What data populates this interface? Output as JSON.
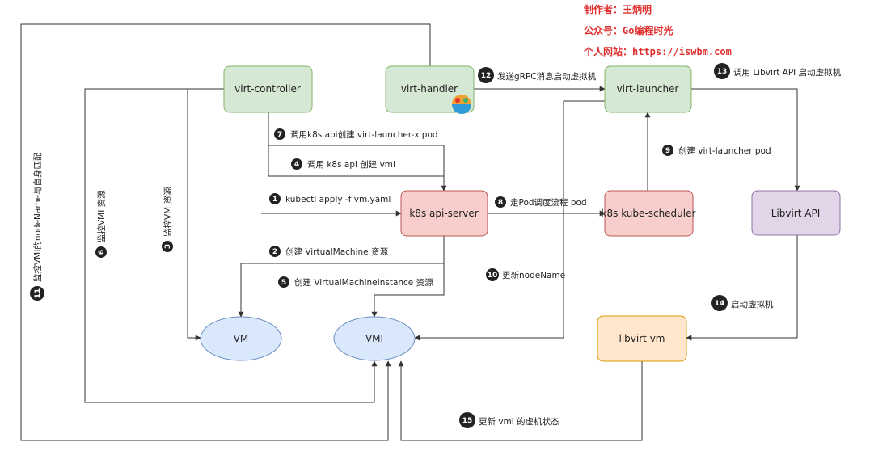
{
  "credits": {
    "author": "制作者：王炳明",
    "wechat": "公众号：Go编程时光",
    "website": "个人网站：https://iswbm.com"
  },
  "nodes": {
    "virt_controller": "virt-controller",
    "virt_handler": "virt-handler",
    "virt_launcher": "virt-launcher",
    "api_server": "k8s api-server",
    "kube_scheduler": "k8s kube-scheduler",
    "libvirt_api": "Libvirt API",
    "vm": "VM",
    "vmi": "VMI",
    "libvirt_vm": "libvirt vm"
  },
  "steps": [
    {
      "num": "1",
      "text": "kubectl apply -f vm.yaml"
    },
    {
      "num": "2",
      "text": "创建 VirtualMachine 资源"
    },
    {
      "num": "3",
      "text": "监控VM 资源"
    },
    {
      "num": "4",
      "text": "调用 k8s api 创建 vmi"
    },
    {
      "num": "5",
      "text": "创建 VirtualMachineInstance 资源"
    },
    {
      "num": "6",
      "text": "监控VMI 资源"
    },
    {
      "num": "7",
      "text": "调用k8s api创建 virt-launcher-x pod"
    },
    {
      "num": "8",
      "text": "走Pod调度流程 pod"
    },
    {
      "num": "9",
      "text": "创建 virt-launcher pod"
    },
    {
      "num": "10",
      "text": "更新nodeName"
    },
    {
      "num": "11",
      "text": "监控VMI的nodeName与自身匹配"
    },
    {
      "num": "12",
      "text": "发送gRPC消息启动虚拟机"
    },
    {
      "num": "13",
      "text": "调用 Libvirt API 启动虚拟机"
    },
    {
      "num": "14",
      "text": "启动虚拟机"
    },
    {
      "num": "15",
      "text": "更新 vmi 的虚机状态"
    }
  ],
  "colors": {
    "green_fill": "#d5e8d4",
    "green_stroke": "#82b366",
    "red_fill": "#f8cecc",
    "red_stroke": "#b85450",
    "purple_fill": "#e1d5e7",
    "purple_stroke": "#9673a6",
    "blue_fill": "#dae8fc",
    "blue_stroke": "#6c8ebf",
    "orange_fill": "#ffe6cc",
    "orange_stroke": "#d79b00",
    "credit_red": "#e03030"
  }
}
